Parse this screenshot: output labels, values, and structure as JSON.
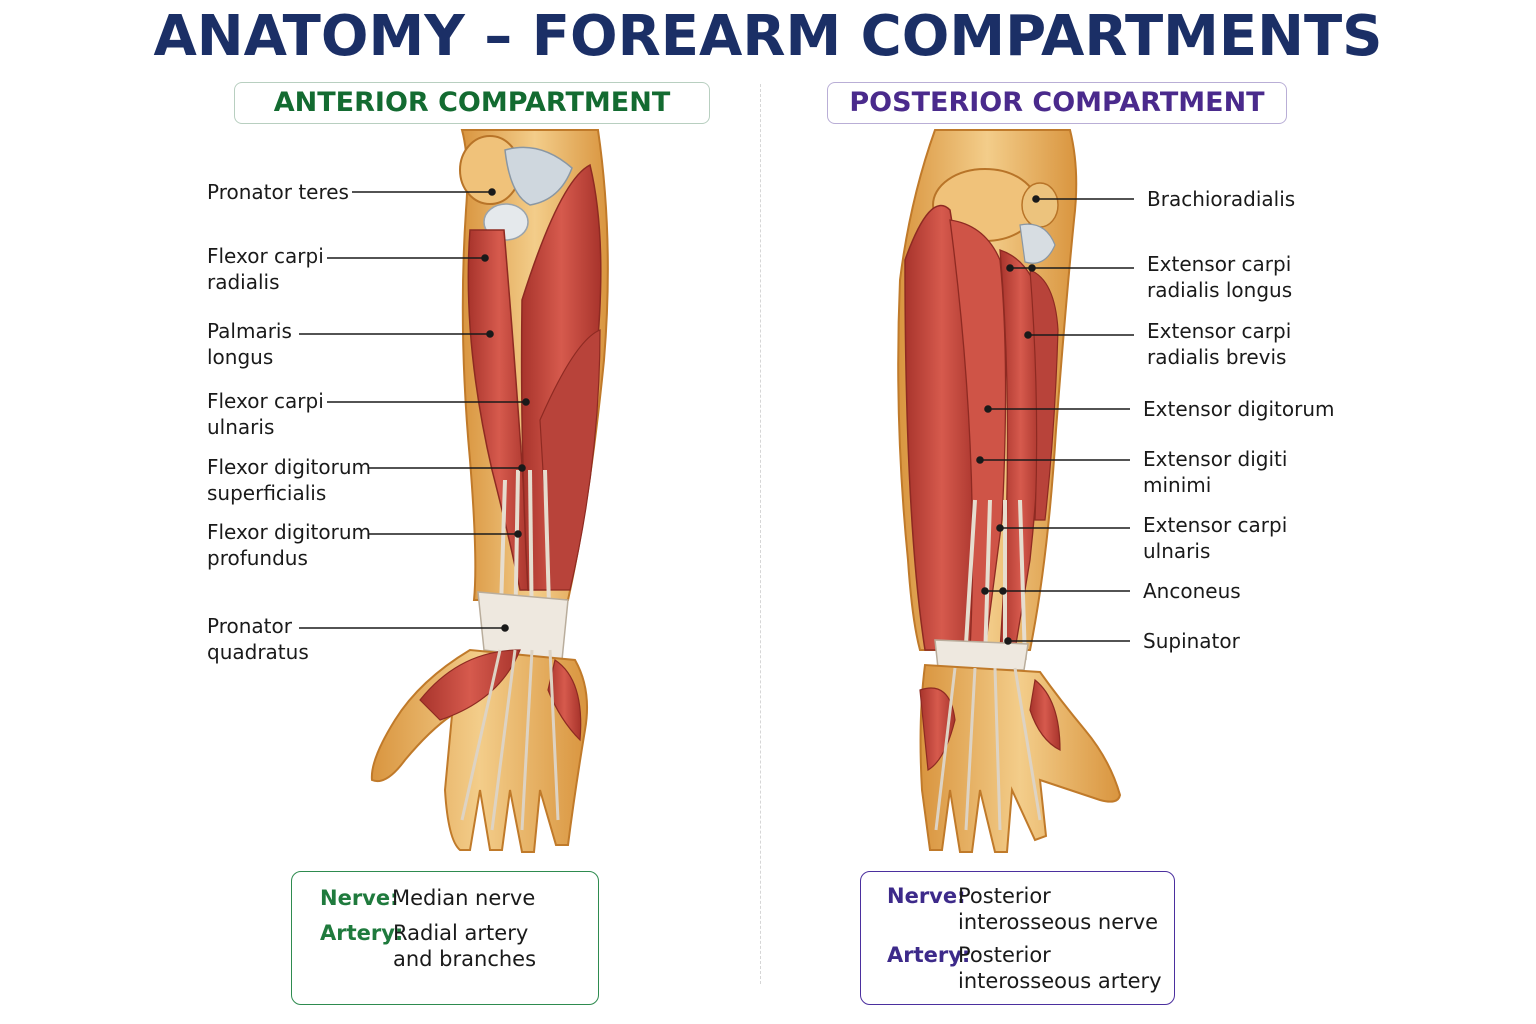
{
  "title": "ANATOMY – FOREARM COMPARTMENTS",
  "anterior": {
    "header": "ANTERIOR COMPARTMENT",
    "labels": [
      {
        "line1": "Pronator teres",
        "line2": ""
      },
      {
        "line1": "Flexor carpi",
        "line2": "radialis"
      },
      {
        "line1": "Palmaris",
        "line2": "longus"
      },
      {
        "line1": "Flexor carpi",
        "line2": "ulnaris"
      },
      {
        "line1": "Flexor digitorum",
        "line2": "superficialis"
      },
      {
        "line1": "Flexor digitorum",
        "line2": "profundus"
      },
      {
        "line1": "Pronator",
        "line2": "quadratus"
      }
    ],
    "info": {
      "nerve_key": "Nerve:",
      "nerve_line1": "Median nerve",
      "artery_key": "Artery:",
      "artery_line1": "Radial artery",
      "artery_line2": "and branches"
    }
  },
  "posterior": {
    "header": "POSTERIOR COMPARTMENT",
    "labels": [
      {
        "line1": "Brachioradialis",
        "line2": ""
      },
      {
        "line1": "Extensor carpi",
        "line2": "radialis longus"
      },
      {
        "line1": "Extensor carpi",
        "line2": "radialis brevis"
      },
      {
        "line1": "Extensor digitorum",
        "line2": ""
      },
      {
        "line1": "Extensor digiti",
        "line2": "minimi"
      },
      {
        "line1": "Extensor carpi",
        "line2": "ulnaris"
      },
      {
        "line1": "Anconeus",
        "line2": ""
      },
      {
        "line1": "Supinator",
        "line2": ""
      }
    ],
    "info": {
      "nerve_key": "Nerve:",
      "nerve_line1": "Posterior",
      "nerve_line2": "interosseous nerve",
      "artery_key": "Artery:",
      "artery_line1": "Posterior",
      "artery_line2": "interosseous artery"
    }
  },
  "colors": {
    "title": "#1b2f66",
    "anterior_accent": "#136b31",
    "posterior_accent": "#4a2a8c",
    "muscle": "#c8473c",
    "bone": "#e8b56a",
    "tendon": "#e9e2d6"
  }
}
